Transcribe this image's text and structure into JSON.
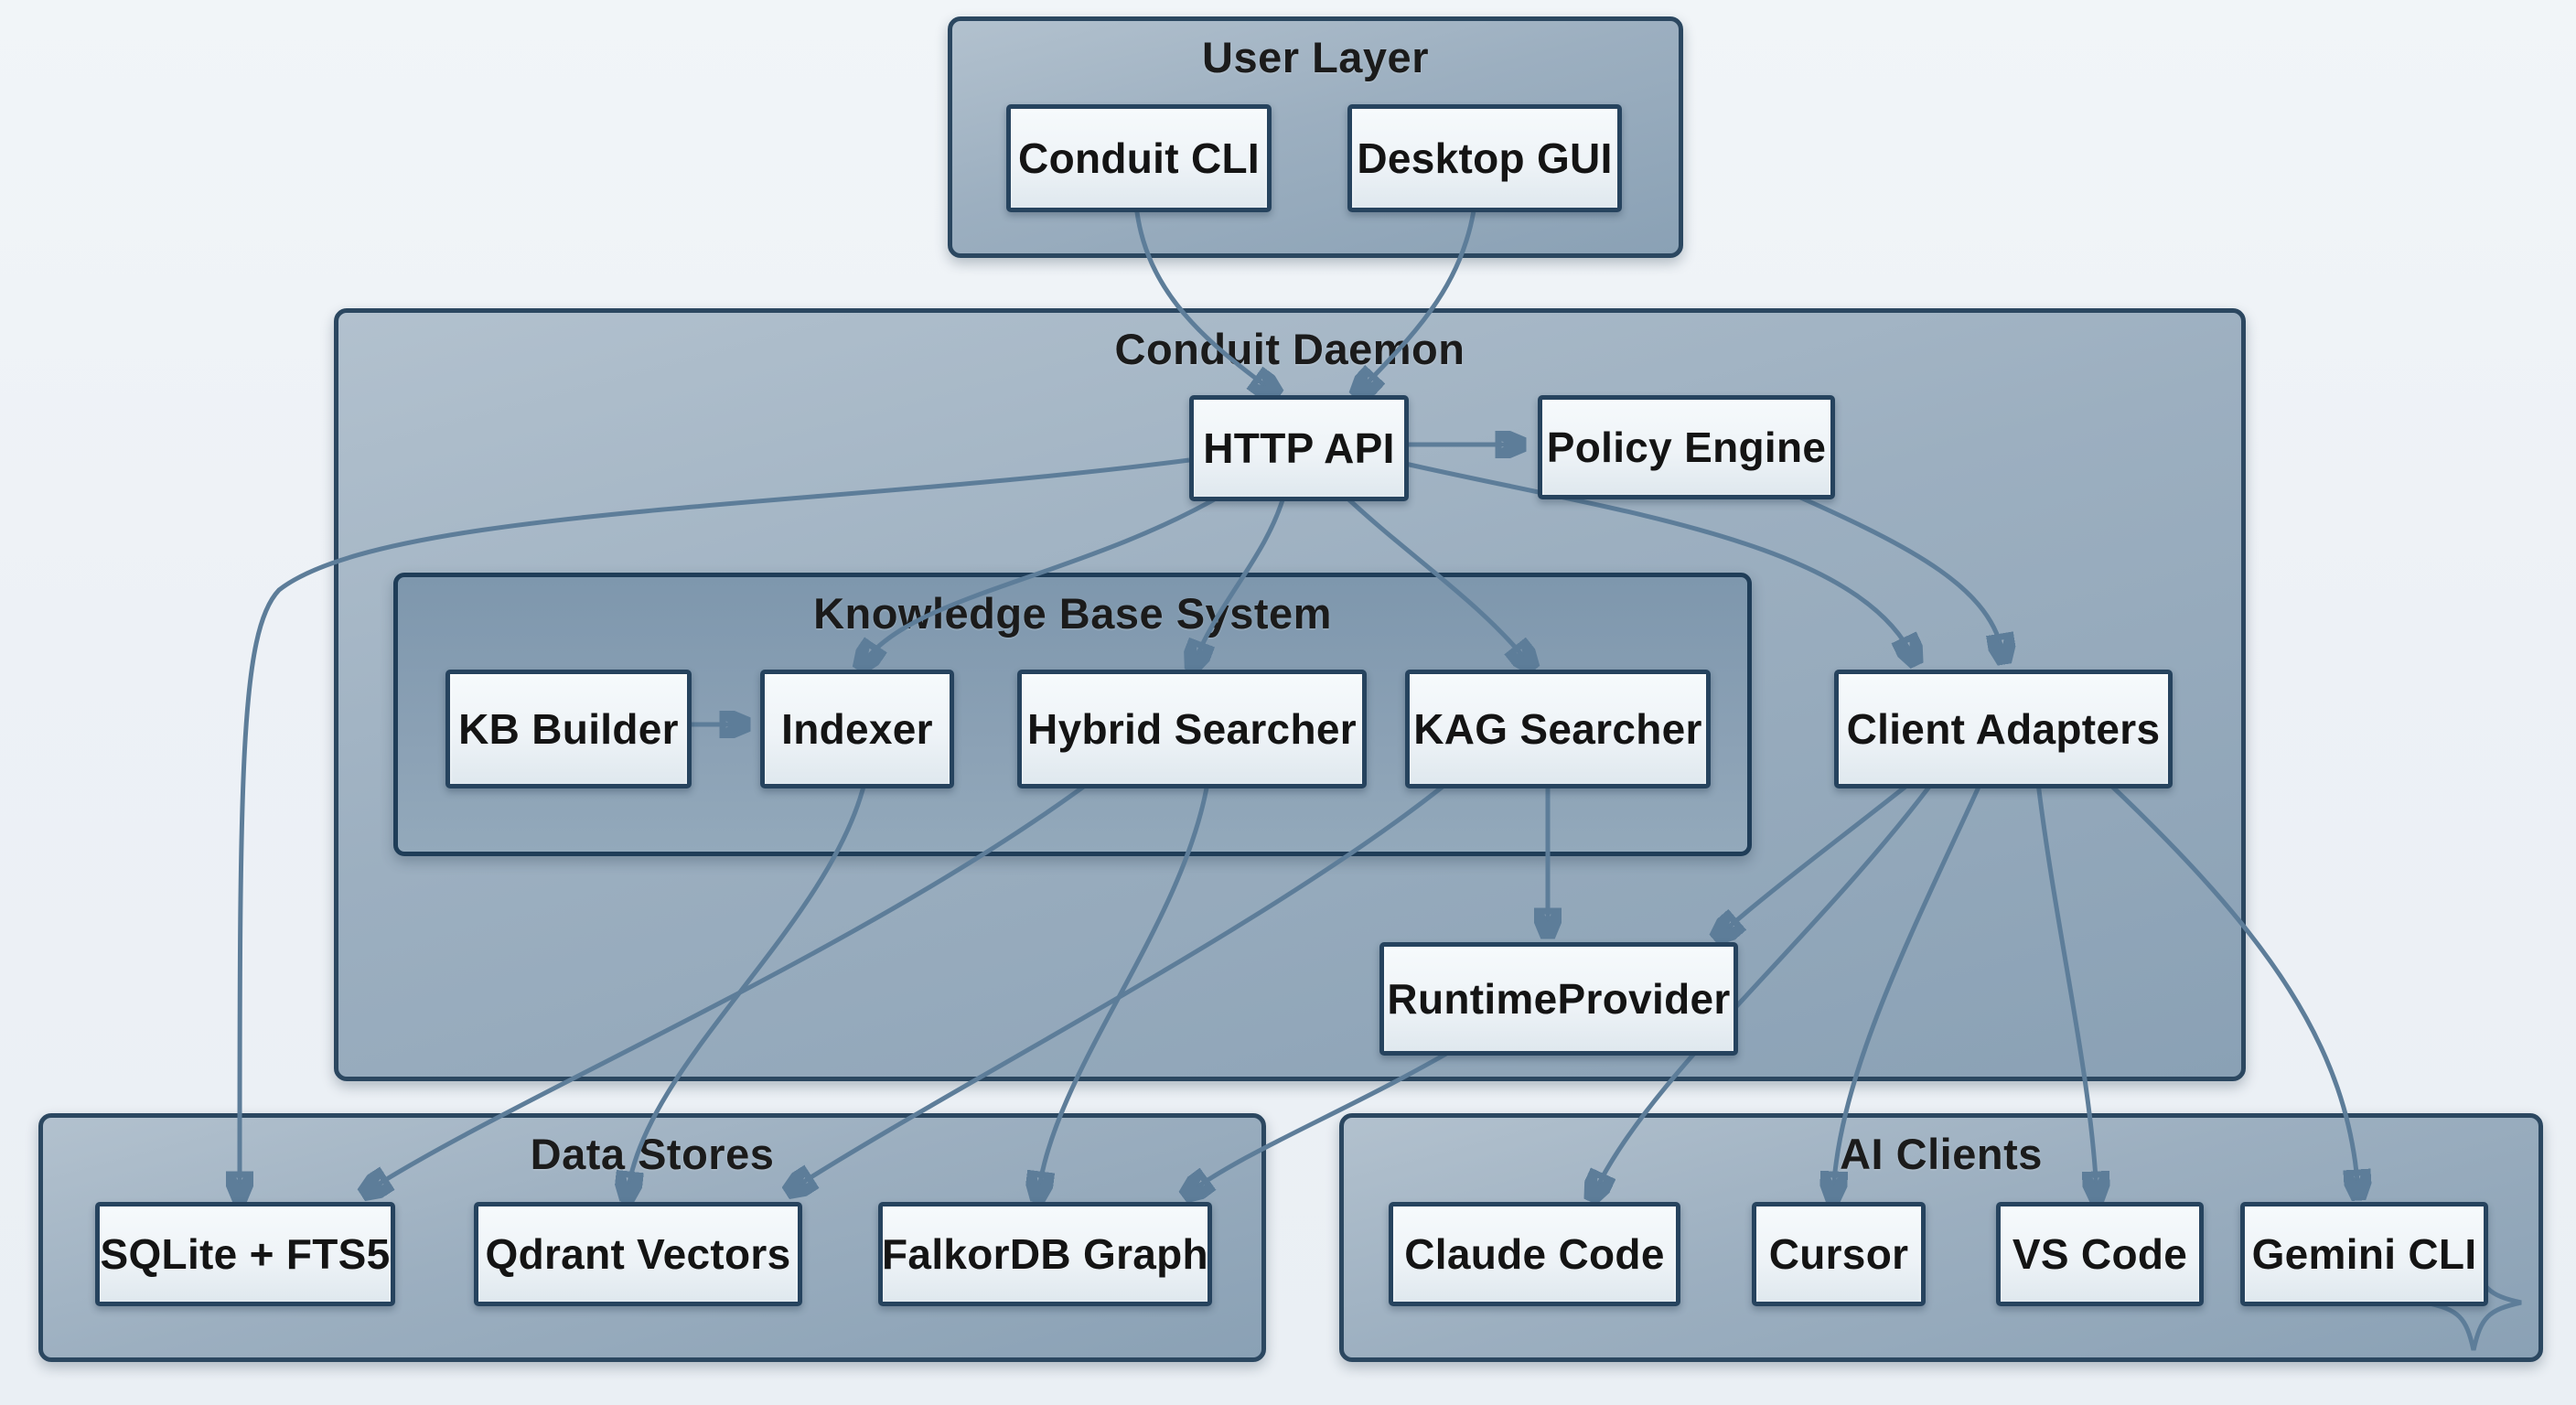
{
  "diagram_type": "architecture-diagram",
  "colors": {
    "background": "#eef2f6",
    "container_fill": "#9cafc0",
    "container_border": "#2b4760",
    "inner_container_fill": "#859cb1",
    "node_fill": "#eef3f7",
    "node_border": "#26435e",
    "edge": "#5d7d99",
    "text": "#161616"
  },
  "groups": {
    "user_layer": {
      "title": "User Layer",
      "nodes": {
        "conduit_cli": {
          "label": "Conduit CLI"
        },
        "desktop_gui": {
          "label": "Desktop GUI"
        }
      }
    },
    "conduit_daemon": {
      "title": "Conduit Daemon",
      "nodes": {
        "http_api": {
          "label": "HTTP API"
        },
        "policy_engine": {
          "label": "Policy Engine"
        },
        "client_adapters": {
          "label": "Client Adapters"
        },
        "runtime_provider": {
          "label": "RuntimeProvider"
        }
      },
      "kb_system": {
        "title": "Knowledge Base System",
        "nodes": {
          "kb_builder": {
            "label": "KB Builder"
          },
          "indexer": {
            "label": "Indexer"
          },
          "hybrid_searcher": {
            "label": "Hybrid Searcher"
          },
          "kag_searcher": {
            "label": "KAG Searcher"
          }
        }
      }
    },
    "data_stores": {
      "title": "Data Stores",
      "nodes": {
        "sqlite_fts5": {
          "label": "SQLite + FTS5"
        },
        "qdrant_vectors": {
          "label": "Qdrant Vectors"
        },
        "falkordb_graph": {
          "label": "FalkorDB Graph"
        }
      }
    },
    "ai_clients": {
      "title": "AI Clients",
      "nodes": {
        "claude_code": {
          "label": "Claude Code"
        },
        "cursor": {
          "label": "Cursor"
        },
        "vs_code": {
          "label": "VS Code"
        },
        "gemini_cli": {
          "label": "Gemini CLI"
        }
      }
    }
  },
  "edges": [
    {
      "from": "Conduit CLI",
      "to": "HTTP API"
    },
    {
      "from": "Desktop GUI",
      "to": "HTTP API"
    },
    {
      "from": "HTTP API",
      "to": "Policy Engine"
    },
    {
      "from": "HTTP API",
      "to": "Indexer"
    },
    {
      "from": "HTTP API",
      "to": "Hybrid Searcher"
    },
    {
      "from": "HTTP API",
      "to": "KAG Searcher"
    },
    {
      "from": "HTTP API",
      "to": "Client Adapters"
    },
    {
      "from": "Policy Engine",
      "to": "Client Adapters"
    },
    {
      "from": "KB Builder",
      "to": "Indexer"
    },
    {
      "from": "HTTP API",
      "to": "SQLite + FTS5"
    },
    {
      "from": "Hybrid Searcher",
      "to": "SQLite + FTS5"
    },
    {
      "from": "Indexer",
      "to": "Qdrant Vectors"
    },
    {
      "from": "KAG Searcher",
      "to": "Qdrant Vectors"
    },
    {
      "from": "Hybrid Searcher",
      "to": "FalkorDB Graph"
    },
    {
      "from": "RuntimeProvider",
      "to": "FalkorDB Graph"
    },
    {
      "from": "KAG Searcher",
      "to": "RuntimeProvider"
    },
    {
      "from": "Client Adapters",
      "to": "RuntimeProvider"
    },
    {
      "from": "Client Adapters",
      "to": "Claude Code"
    },
    {
      "from": "Client Adapters",
      "to": "Cursor"
    },
    {
      "from": "Client Adapters",
      "to": "VS Code"
    },
    {
      "from": "Client Adapters",
      "to": "Gemini CLI"
    }
  ],
  "watermark": {
    "shape": "four-point-star"
  }
}
